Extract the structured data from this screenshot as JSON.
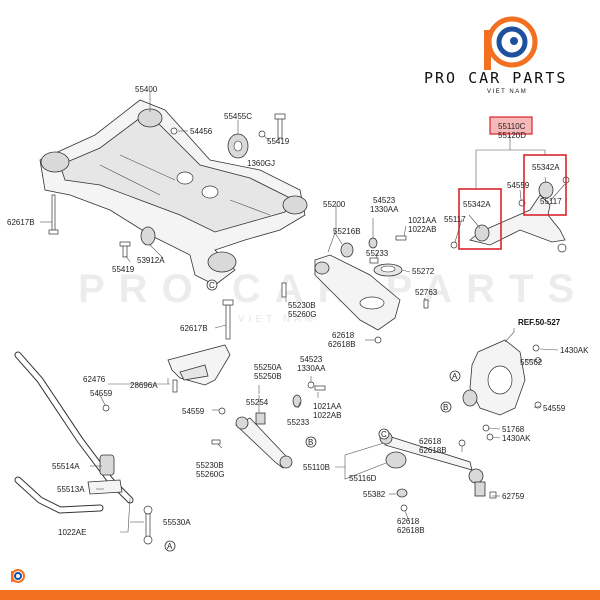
{
  "brand": {
    "name": "PRO CAR PARTS",
    "sub": "VIET NAM",
    "watermark": "PRO CAR PARTS",
    "watermark_sub": "VIET NAM",
    "colors": {
      "orange": "#f37021",
      "blue": "#1e4f9c",
      "highlight": "#d9252a",
      "highlight_fill": "#f6b8b8"
    }
  },
  "callouts": {
    "circle_a_left": "A",
    "circle_a_right": "A",
    "circle_b_top": "B",
    "circle_b_bottom": "B",
    "circle_c_left": "C",
    "circle_c_right": "C"
  },
  "labels": {
    "p55400": "55400",
    "p54456": "54456",
    "p55455c": "55455C",
    "p55419a": "55419",
    "p1360gj": "1360GJ",
    "p62617b_top": "62617B",
    "p55419b": "55419",
    "p53912a": "53912A",
    "p62617b_mid": "62617B",
    "p62476": "62476",
    "p28696a": "28696A",
    "p54559_left": "54559",
    "p54559_mid": "54559",
    "p55514a": "55514A",
    "p55513a": "55513A",
    "p1022ae": "1022AE",
    "p55530a": "55530A",
    "p55200": "55200",
    "p55216b": "55216B",
    "p54523_top": "54523",
    "p1330aa_top": "1330AA",
    "p1021aa_top": "1021AA",
    "p1022ab_top": "1022AB",
    "p55233_top": "55233",
    "p55272": "55272",
    "p52763": "52763",
    "p55230b_top": "55230B",
    "p55260g_top": "55260G",
    "p62618_mid": "62618",
    "p62618b_mid": "62618B",
    "p55250a": "55250A",
    "p55250b": "55250B",
    "p54523_mid": "54523",
    "p1330aa_mid": "1330AA",
    "p55254": "55254",
    "p1021aa_mid": "1021AA",
    "p1022ab_mid": "1022AB",
    "p55233_mid": "55233",
    "p55230b_bot": "55230B",
    "p55260g_bot": "55260G",
    "p55110b": "55110B",
    "p55116d": "55116D",
    "p55382": "55382",
    "p62618_bot": "62618",
    "p62618b_bot": "62618B",
    "p62618_right": "62618",
    "p62618b_right": "62618B",
    "p62759": "62759",
    "p55110c": "55110C",
    "p55120d": "55120D",
    "p55342a_left": "55342A",
    "p55342a_right": "55342A",
    "p54559_arm": "54559",
    "p55117_left": "55117",
    "p55117_right": "55117",
    "ref": "REF.50-527",
    "p1430ak": "1430AK",
    "p55562": "55562",
    "p54559_knuckle": "54559",
    "p51768": "51768",
    "p1430ak_bot": "1430AK"
  }
}
